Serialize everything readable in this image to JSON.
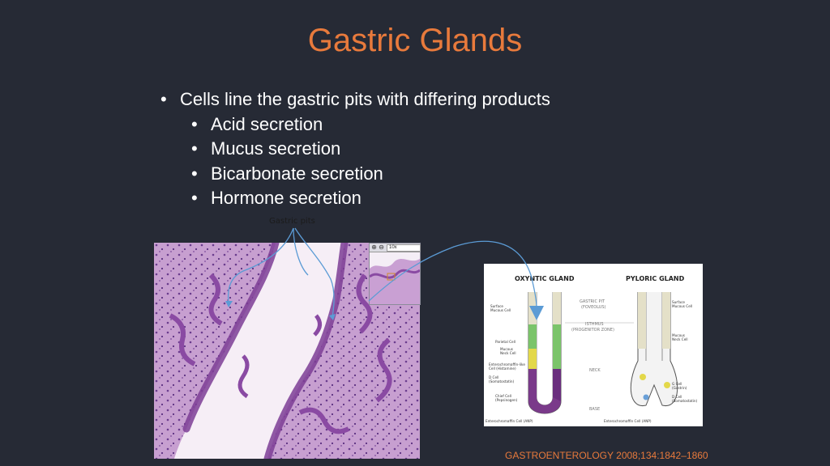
{
  "slide": {
    "title": "Gastric Glands",
    "bullets": [
      "Cells line the gastric pits with differing products",
      "Acid secretion",
      "Mucus secretion",
      "Bicarbonate secretion",
      "Hormone secretion"
    ],
    "pits_label": "Gastric pits",
    "citation": "GASTROENTEROLOGY 2008;134:1842–1860"
  },
  "inset": {
    "zoom_value": "10x"
  },
  "diagram": {
    "oxyntic_title": "OXYNTIC GLAND",
    "pyloric_title": "PYLORIC GLAND",
    "center_labels": [
      "GASTRIC PIT",
      "(FOVEOLUS)",
      "ISTHMUS",
      "(PROGENITOR ZONE)",
      "NECK",
      "BASE"
    ],
    "left_labels": [
      "Surface",
      "Mucous Cell",
      "Parietal Cell",
      "Mucous",
      "Neck Cell",
      "Enterochromaffin-like",
      "Cell (Histamine)",
      "D Cell",
      "(Somatostatin)",
      "Chief Cell",
      "(Pepsinogen)",
      "Enterochromaffin Cell (ANP)"
    ],
    "right_labels": [
      "Surface",
      "Mucous Cell",
      "Mucous",
      "Neck Cell",
      "G Cell",
      "(Gastrin)",
      "D Cell",
      "(Somatostatin)",
      "Enterochromaffin Cell (ANP)"
    ]
  },
  "colors": {
    "title": "#e87a3c",
    "background": "#262a35",
    "arrow": "#5b9bd5"
  }
}
